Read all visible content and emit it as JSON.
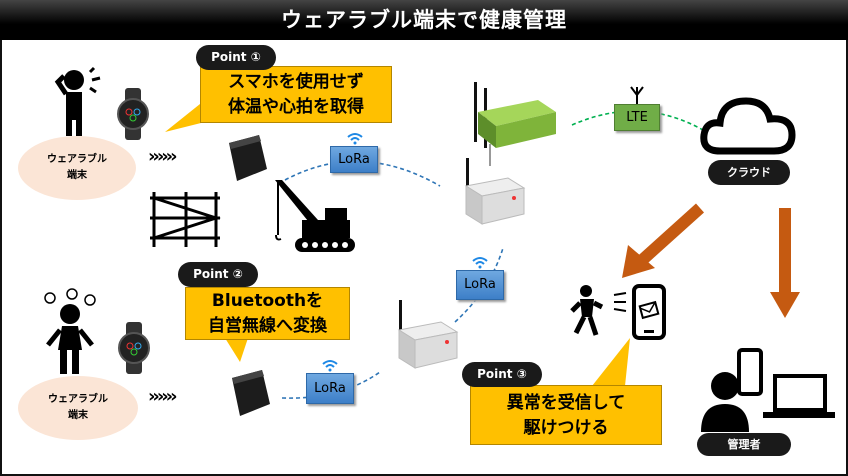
{
  "title": "ウェアラブル端末で健康管理",
  "points": [
    {
      "label": "Point ①",
      "lines": [
        "スマホを使用せず",
        "体温や心拍を取得"
      ]
    },
    {
      "label": "Point ②",
      "lines": [
        "Bluetoothを",
        "自営無線へ変換"
      ]
    },
    {
      "label": "Point ③",
      "lines": [
        "異常を受信して",
        "駆けつける"
      ]
    }
  ],
  "wearable": [
    "ウェアラブル",
    "端末"
  ],
  "lora": "LoRa",
  "lte": "LTE",
  "cloud": "クラウド",
  "admin": "管理者",
  "chevrons": "››››››",
  "colors": {
    "yellow": "#ffc000",
    "lora": "#5b9bd5",
    "lte": "#70ad47",
    "arrow": "#c55a11",
    "oval": "#fbe5d6"
  }
}
